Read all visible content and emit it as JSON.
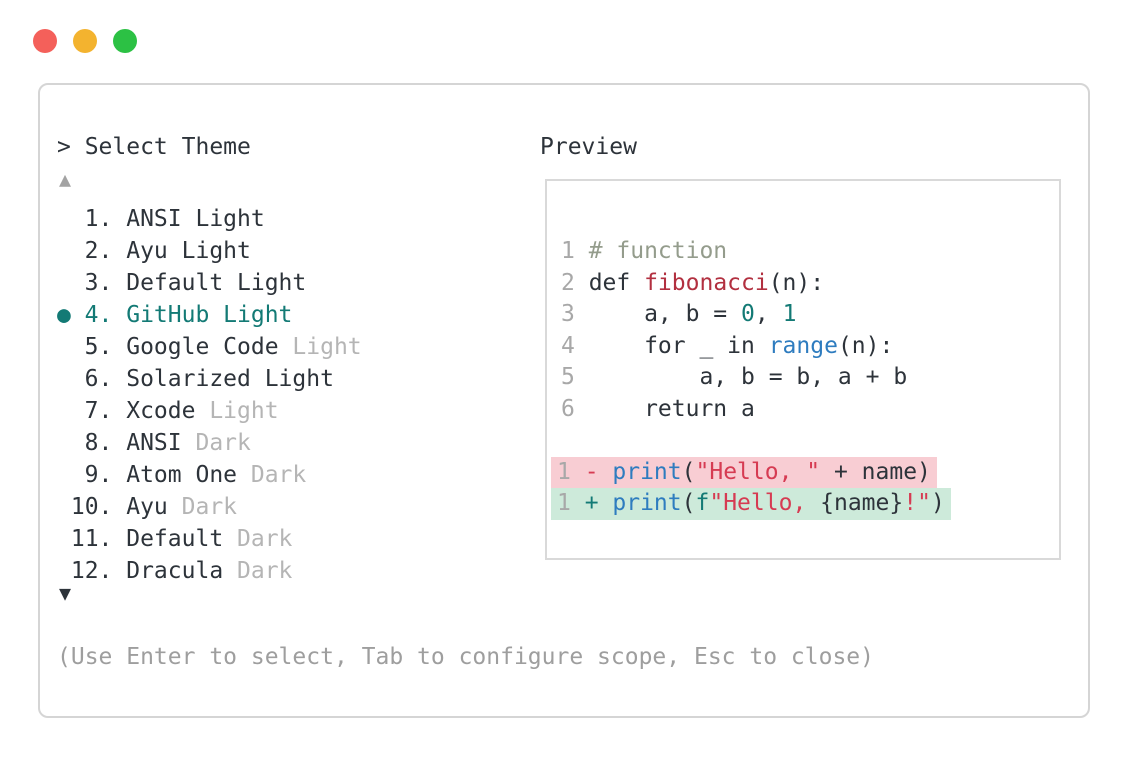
{
  "window_controls": {
    "close_color": "#f4605a",
    "minimize_color": "#f3b32f",
    "zoom_color": "#2cc144"
  },
  "picker": {
    "prompt": "> Select Theme",
    "scroll_up_icon": "▲",
    "scroll_down_icon": "▼",
    "selected_bullet": "●",
    "items": [
      {
        "number": "1",
        "name": "ANSI Light",
        "variant": "",
        "selected": false
      },
      {
        "number": "2",
        "name": "Ayu Light",
        "variant": "",
        "selected": false
      },
      {
        "number": "3",
        "name": "Default Light",
        "variant": "",
        "selected": false
      },
      {
        "number": "4",
        "name": "GitHub Light",
        "variant": "",
        "selected": true
      },
      {
        "number": "5",
        "name": "Google Code",
        "variant": "Light",
        "selected": false
      },
      {
        "number": "6",
        "name": "Solarized Light",
        "variant": "",
        "selected": false
      },
      {
        "number": "7",
        "name": "Xcode",
        "variant": "Light",
        "selected": false
      },
      {
        "number": "8",
        "name": "ANSI",
        "variant": "Dark",
        "selected": false
      },
      {
        "number": "9",
        "name": "Atom One",
        "variant": "Dark",
        "selected": false
      },
      {
        "number": "10",
        "name": "Ayu",
        "variant": "Dark",
        "selected": false
      },
      {
        "number": "11",
        "name": "Default",
        "variant": "Dark",
        "selected": false
      },
      {
        "number": "12",
        "name": "Dracula",
        "variant": "Dark",
        "selected": false
      }
    ],
    "hint": "(Use Enter to select, Tab to configure scope, Esc to close)"
  },
  "preview": {
    "label": "Preview",
    "code_lines": [
      {
        "no": "1",
        "tokens": [
          {
            "t": "comment",
            "s": "# function"
          }
        ]
      },
      {
        "no": "2",
        "tokens": [
          {
            "t": "plain",
            "s": "def "
          },
          {
            "t": "func",
            "s": "fibonacci"
          },
          {
            "t": "plain",
            "s": "(n):"
          }
        ]
      },
      {
        "no": "3",
        "tokens": [
          {
            "t": "plain",
            "s": "    a, b = "
          },
          {
            "t": "num",
            "s": "0"
          },
          {
            "t": "plain",
            "s": ", "
          },
          {
            "t": "num",
            "s": "1"
          }
        ]
      },
      {
        "no": "4",
        "tokens": [
          {
            "t": "plain",
            "s": "    for _ in "
          },
          {
            "t": "builtin",
            "s": "range"
          },
          {
            "t": "plain",
            "s": "(n):"
          }
        ]
      },
      {
        "no": "5",
        "tokens": [
          {
            "t": "plain",
            "s": "        a, b = b, a + b"
          }
        ]
      },
      {
        "no": "6",
        "tokens": [
          {
            "t": "plain",
            "s": "    return a"
          }
        ]
      },
      {
        "no": "",
        "tokens": []
      },
      {
        "no": "1",
        "highlight": "deletion",
        "tokens": [
          {
            "t": "del",
            "s": "- "
          },
          {
            "t": "builtin",
            "s": "print"
          },
          {
            "t": "plain",
            "s": "("
          },
          {
            "t": "str",
            "s": "\"Hello, \""
          },
          {
            "t": "plain",
            "s": " + name)"
          }
        ]
      },
      {
        "no": "1",
        "highlight": "addition",
        "tokens": [
          {
            "t": "add",
            "s": "+ "
          },
          {
            "t": "builtin",
            "s": "print"
          },
          {
            "t": "plain",
            "s": "("
          },
          {
            "t": "num",
            "s": "f"
          },
          {
            "t": "str",
            "s": "\"Hello, "
          },
          {
            "t": "plain",
            "s": "{name}"
          },
          {
            "t": "str",
            "s": "!\""
          },
          {
            "t": "plain",
            "s": ")"
          }
        ]
      }
    ]
  },
  "colors": {
    "accent": "#137a75",
    "text": "#2d333a",
    "muted": "#b5b5b5",
    "hint": "#9e9e9e",
    "border": "#d5d5d5",
    "lineno": "#a8a8a8",
    "comment": "#949c8c",
    "func": "#b23040",
    "builtin": "#2e7cbf",
    "string": "#d63b52",
    "del_bg": "#f8cdd3",
    "add_bg": "#cdeada",
    "traffic_red": "#f4605a",
    "traffic_yellow": "#f3b32f",
    "traffic_green": "#2cc144"
  }
}
